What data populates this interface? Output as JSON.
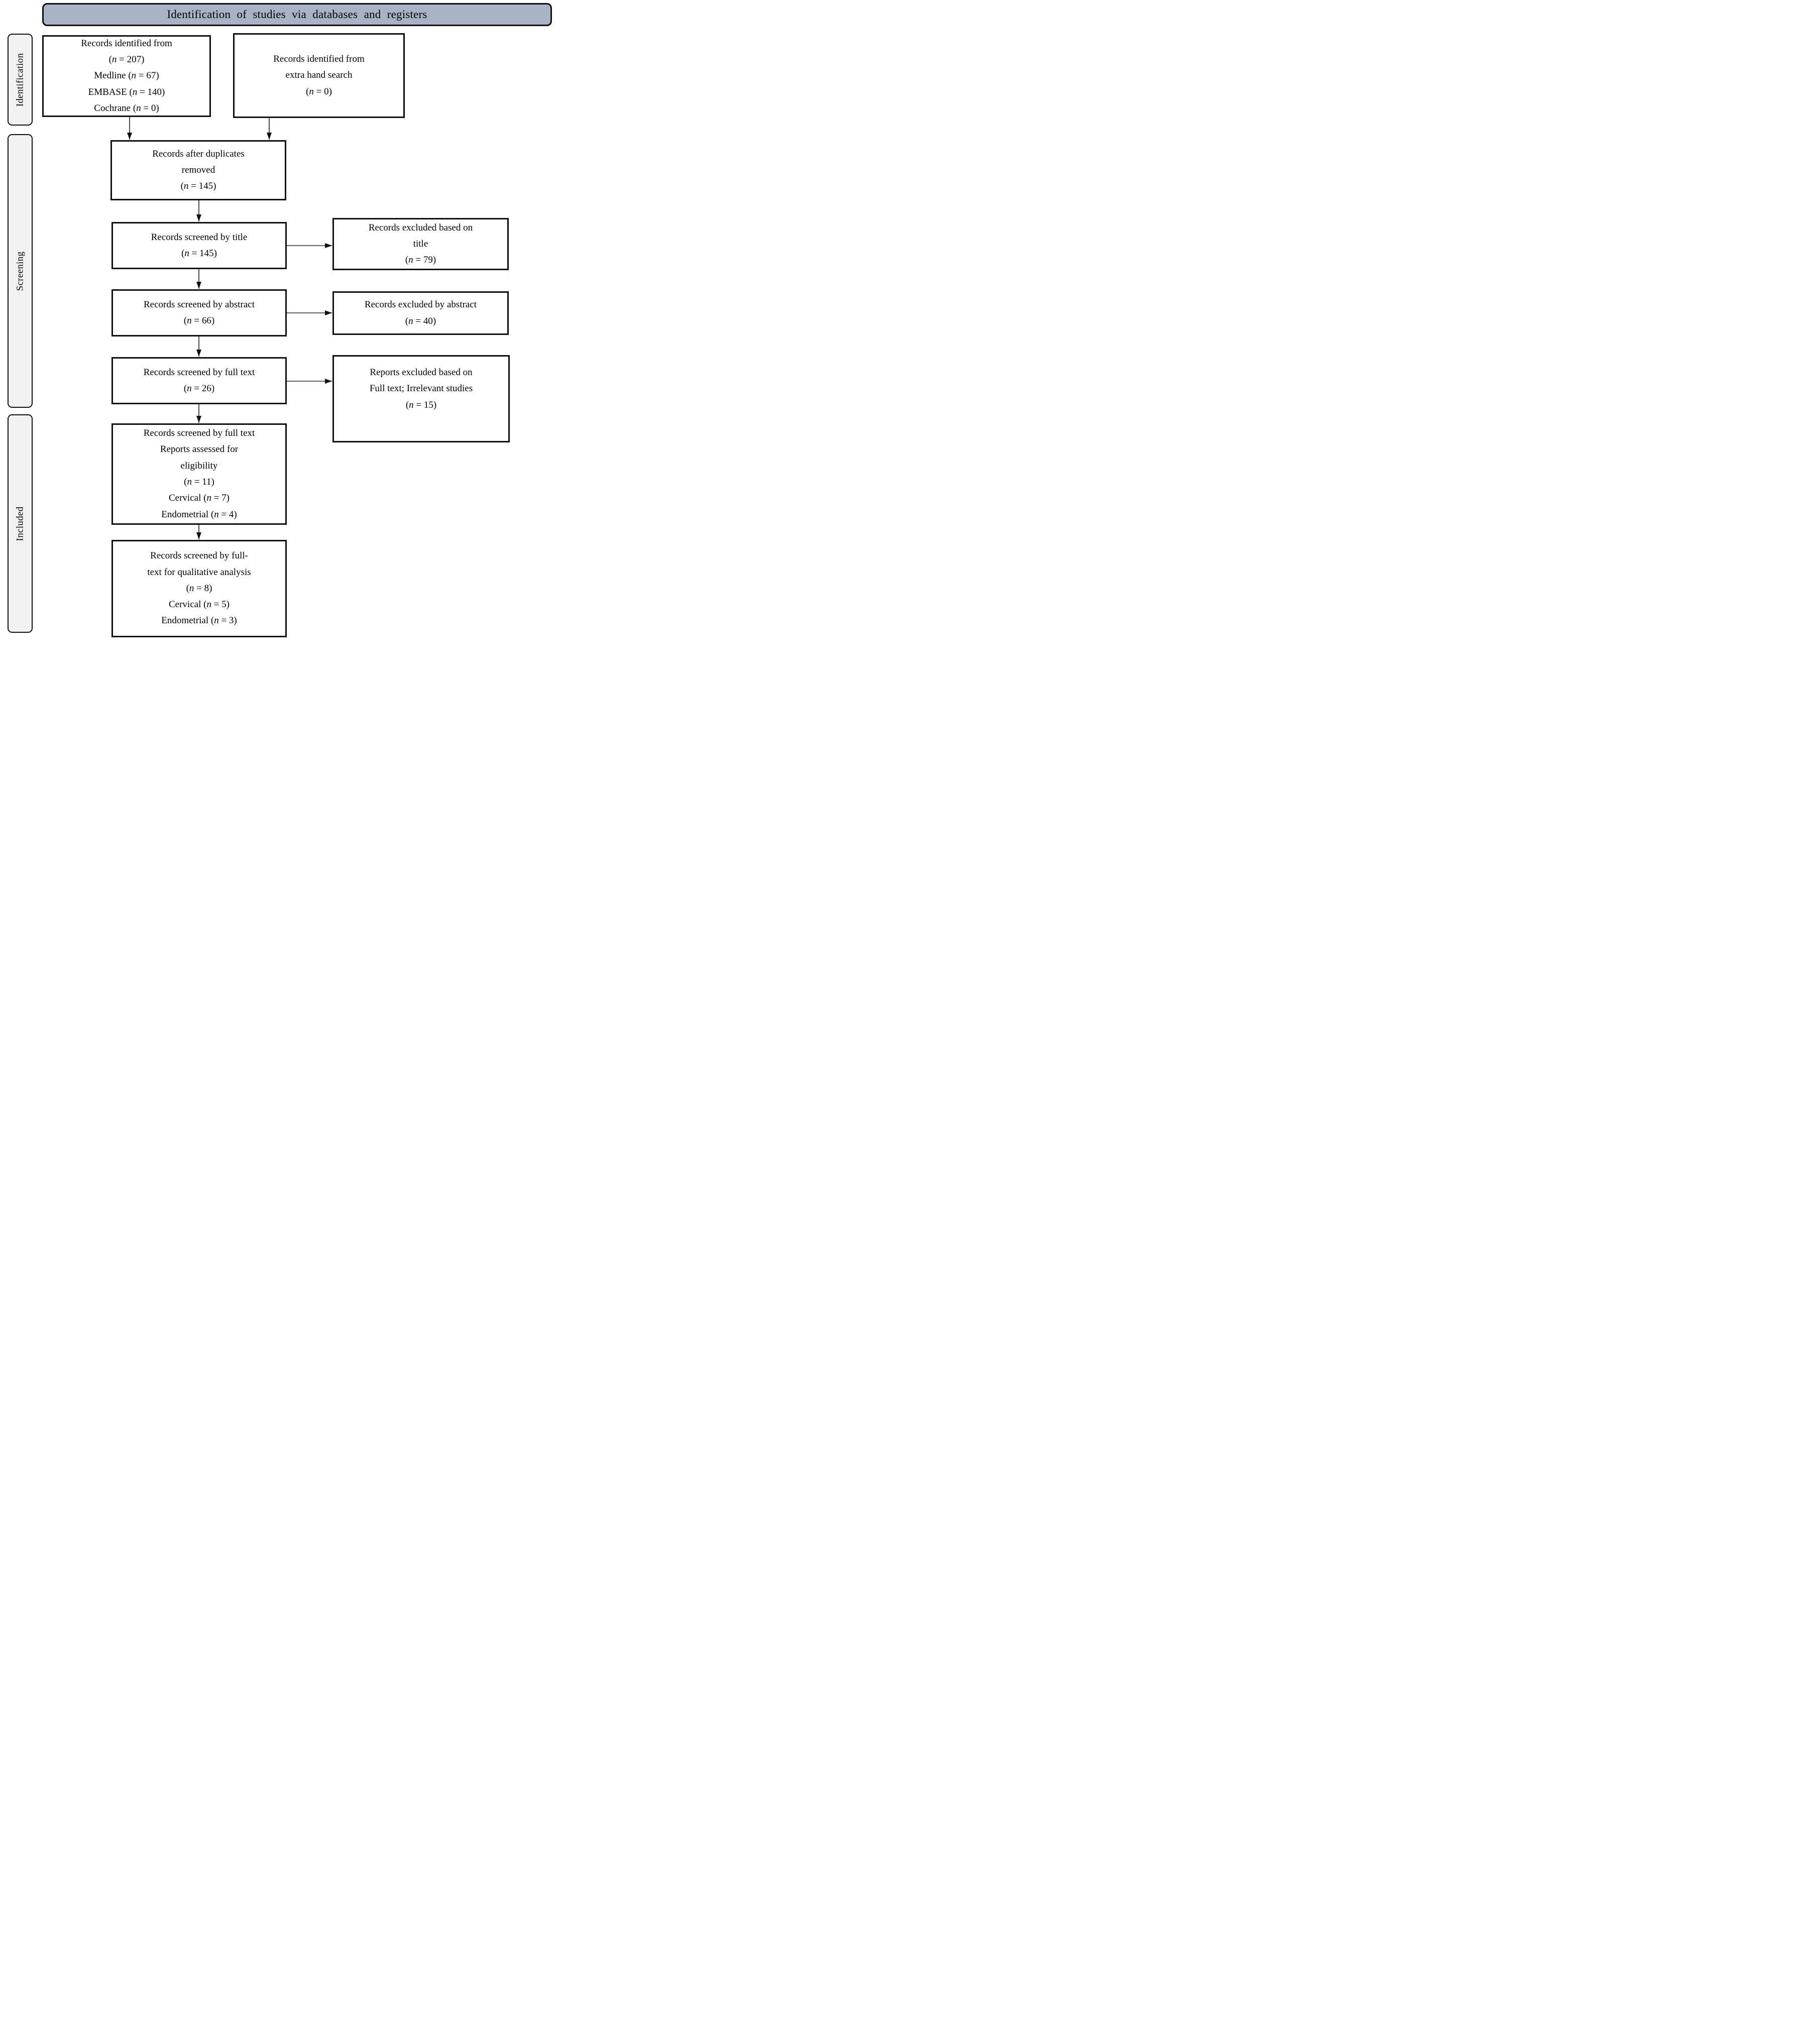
{
  "header": {
    "title": "Identification of studies via databases and registers"
  },
  "stages": [
    {
      "label": "Identification"
    },
    {
      "label": "Screening"
    },
    {
      "label": "Included"
    }
  ],
  "boxes": {
    "records_identified_db": {
      "lines": [
        "Records identified from",
        "(n = 207)",
        "Medline (n = 67)",
        "EMBASE (n = 140)",
        "Cochrane (n = 0)"
      ]
    },
    "records_identified_hand": {
      "lines": [
        "Records identified from",
        "extra hand search",
        "(n = 0)"
      ]
    },
    "duplicates_removed": {
      "lines": [
        "Records after duplicates",
        "removed",
        "(n = 145)"
      ]
    },
    "screened_title": {
      "lines": [
        "Records screened by title",
        "(n = 145)"
      ]
    },
    "excluded_title": {
      "lines": [
        "Records excluded based on",
        "title",
        "(n = 79)"
      ]
    },
    "screened_abstract": {
      "lines": [
        "Records screened by abstract",
        "(n = 66)"
      ]
    },
    "excluded_abstract": {
      "lines": [
        "Records excluded by abstract",
        "(n = 40)"
      ]
    },
    "screened_fulltext": {
      "lines": [
        "Records screened by full text",
        "(n = 26)"
      ]
    },
    "excluded_fulltext": {
      "lines": [
        "Reports excluded based on",
        "Full text; Irrelevant studies",
        "(n = 15)"
      ]
    },
    "assessed_eligibility": {
      "lines": [
        "Records screened by full text",
        "Reports assessed for",
        "eligibility",
        "(n = 11)",
        "Cervical (n = 7)",
        "Endometrial (n = 4)"
      ]
    },
    "qualitative_analysis": {
      "lines": [
        "Records screened by full-",
        "text for qualitative analysis",
        "(n = 8)",
        "Cervical (n = 5)",
        "Endometrial (n = 3)"
      ]
    }
  },
  "colors": {
    "header_fill": "#a9b3c6",
    "stage_fill": "#f2f2f2",
    "box_border": "#0f0f0f",
    "arrow_color": "#111111"
  }
}
